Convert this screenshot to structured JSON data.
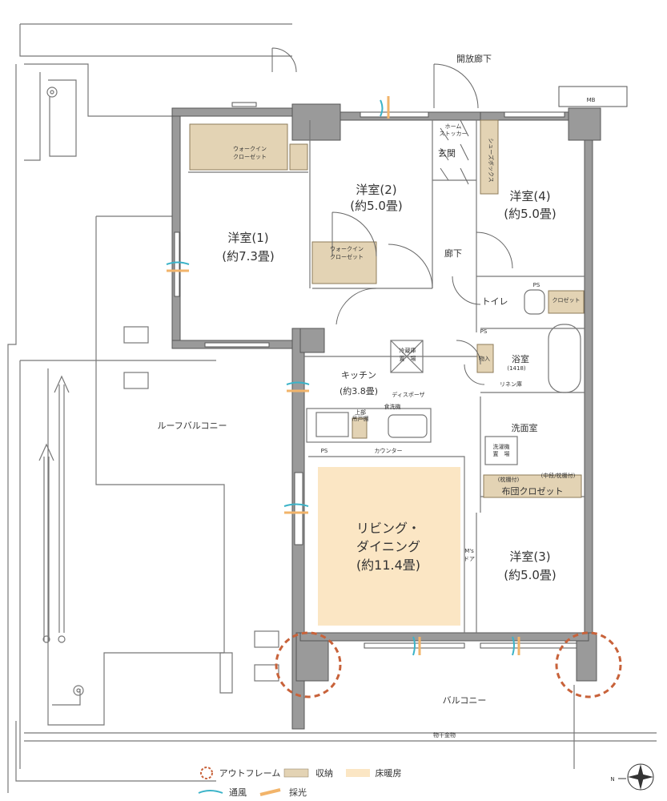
{
  "corridor": "開放廊下",
  "mb": "MB",
  "rooms": {
    "western1": {
      "name": "洋室(1)",
      "size": "(約7.3畳)"
    },
    "western2": {
      "name": "洋室(2)",
      "size": "(約5.0畳)"
    },
    "western3": {
      "name": "洋室(3)",
      "size": "(約5.0畳)"
    },
    "western4": {
      "name": "洋室(4)",
      "size": "(約5.0畳)"
    },
    "entrance": "玄関",
    "hallway": "廊下",
    "toilet": "トイレ",
    "bath": {
      "name": "浴室",
      "size": "(1418)"
    },
    "washroom": "洗面室",
    "kitchen": {
      "name": "キッチン",
      "size": "(約3.8畳)"
    },
    "living": {
      "line1": "リビング・",
      "line2": "ダイニング",
      "size": "(約11.4畳)"
    },
    "roof_balcony": "ルーフバルコニー",
    "balcony": "バルコニー"
  },
  "storage_labels": {
    "wic1_line1": "ウォークイン",
    "wic1_line2": "クローゼット",
    "wic2_line1": "ウォークイン",
    "wic2_line2": "クローゼット",
    "home_stocker_1": "ホーム",
    "home_stocker_2": "ストッカー",
    "shoebox": "シューズボックス",
    "closet": "クロゼット",
    "storage_in": "物入",
    "linen": "リネン庫",
    "futon": "布団クロゼット",
    "shelf1": "(枕棚付)",
    "shelf2": "(中段/枕棚付)",
    "mens_door": "M's",
    "mens_door2": "ドア"
  },
  "misc_labels": {
    "fridge1": "冷蔵庫",
    "fridge2": "置　場",
    "disposer": "ディスポーザ",
    "dishwasher": "食洗機",
    "upper_cab1": "上部",
    "upper_cab2": "吊戸棚",
    "counter": "カウンター",
    "ps": "PS",
    "washer1": "洗濯機",
    "washer2": "置　場",
    "drying": "物干金物"
  },
  "legend": {
    "outframe": "アウトフレーム",
    "storage": "収納",
    "floor_heating": "床暖房",
    "ventilation": "通風",
    "daylight": "採光"
  },
  "compass": "N",
  "colors": {
    "storage": "#e3d3b4",
    "floor_heating": "#fbe6c4",
    "outframe": "#c8623a",
    "ventilation": "#3bb3c8",
    "daylight": "#f2b46a"
  }
}
